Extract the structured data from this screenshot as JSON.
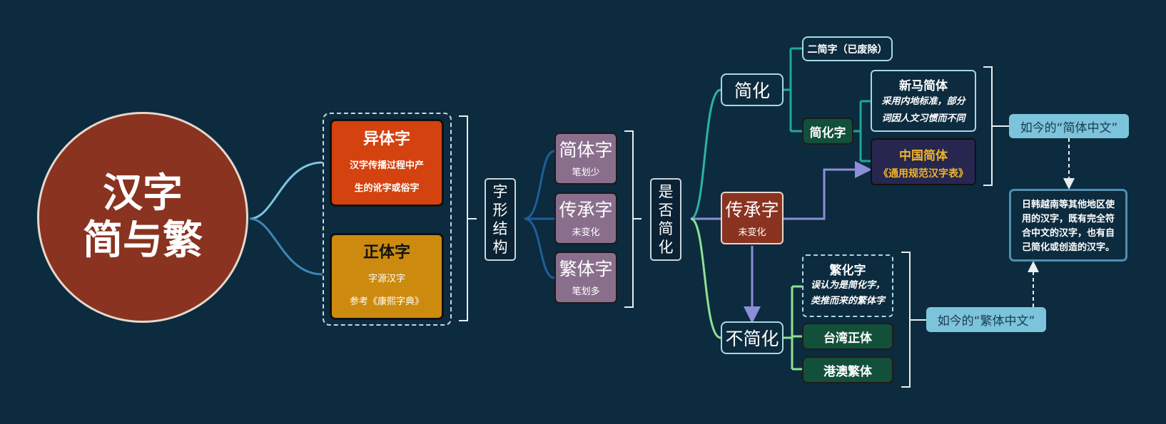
{
  "colors": {
    "background": "#0d2b3e",
    "root": "#8a3320",
    "variant": "#d4420f",
    "standard": "#cc8a0f",
    "glyph": "#8a6f8d",
    "green": "#12503c",
    "navy": "#26264f",
    "gold_text": "#f0b42a",
    "pill": "#7bc4dc"
  },
  "root": {
    "line1": "汉字",
    "line2": "简与繁"
  },
  "variant": {
    "title": "异体字",
    "desc1": "汉字传播过程中产",
    "desc2": "生的讹字或俗字"
  },
  "standard": {
    "title": "正体字",
    "desc1": "字源汉字",
    "desc2": "参考《康熙字典》"
  },
  "structure": {
    "chars": [
      "字",
      "形",
      "结",
      "构"
    ]
  },
  "simplified_glyph": {
    "title": "简体字",
    "sub": "笔划少"
  },
  "inherited_glyph": {
    "title": "传承字",
    "sub": "未变化"
  },
  "traditional_glyph": {
    "title": "繁体字",
    "sub": "笔划多"
  },
  "simplify_q": {
    "chars": [
      "是",
      "否",
      "简",
      "化"
    ]
  },
  "simplify": {
    "label": "简化"
  },
  "inherited_mid": {
    "title": "传承字",
    "sub": "未变化"
  },
  "not_simplify": {
    "label": "不简化"
  },
  "second_round": {
    "label": "二简字（已废除）"
  },
  "simplified_chars": {
    "label": "简化字"
  },
  "xinma": {
    "title": "新马简体",
    "desc1": "采用内地标准，部分",
    "desc2": "词因人文习惯而不同"
  },
  "china_simplified": {
    "title": "中国简体",
    "sub": "《通用规范汉字表》"
  },
  "fanhua": {
    "title": "繁化字",
    "desc1": "误认为是简化字，",
    "desc2": "类推而来的繁体字"
  },
  "taiwan": {
    "label": "台湾正体"
  },
  "hk_macau": {
    "label": "港澳繁体"
  },
  "simplified_chinese": {
    "label": "如今的“简体中文”"
  },
  "traditional_chinese": {
    "label": "如今的“繁体中文”"
  },
  "note": {
    "line1": "日韩越南等其他地区使",
    "line2": "用的汉字，既有完全符",
    "line3": "合中文的汉字，也有自",
    "line4": "己简化或创造的汉字。"
  }
}
